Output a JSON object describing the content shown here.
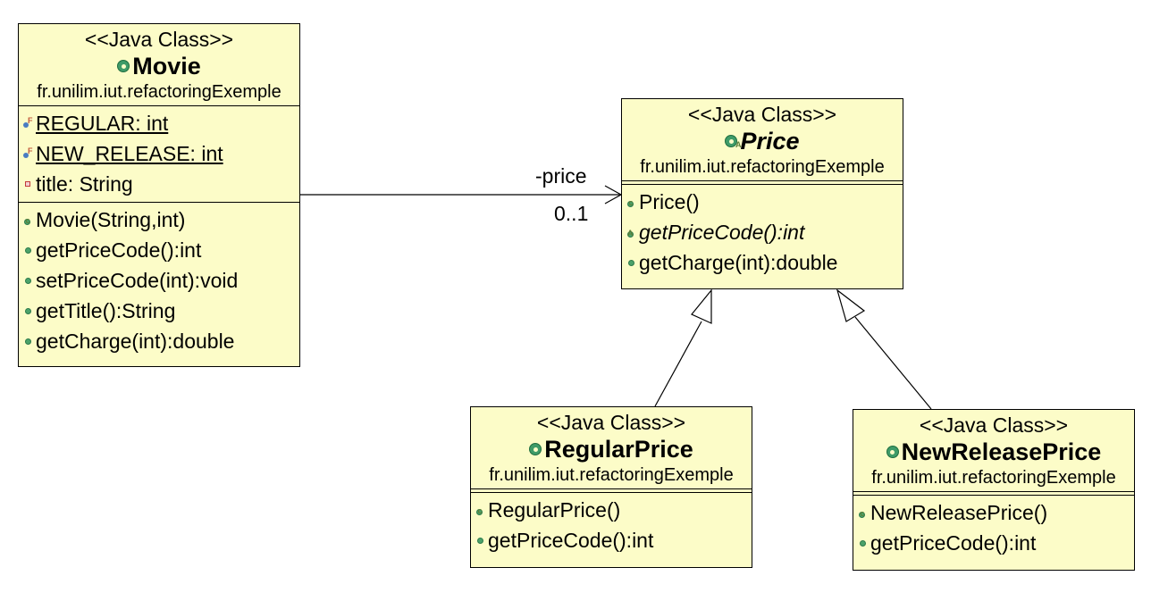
{
  "associations": {
    "price_role": "-price",
    "price_multiplicity": "0..1"
  },
  "classes": {
    "movie": {
      "stereotype": "<<Java Class>>",
      "name": "Movie",
      "package": "fr.unilim.iut.refactoringExemple",
      "attributes": [
        {
          "text": "REGULAR: int",
          "icon": "static-field-icon"
        },
        {
          "text": "NEW_RELEASE: int",
          "icon": "static-field-icon"
        },
        {
          "text": "title: String",
          "icon": "private-field-icon"
        }
      ],
      "operations": [
        {
          "text": "Movie(String,int)",
          "icon": "constructor-icon"
        },
        {
          "text": "getPriceCode():int",
          "icon": "public-method-icon"
        },
        {
          "text": "setPriceCode(int):void",
          "icon": "public-method-icon"
        },
        {
          "text": "getTitle():String",
          "icon": "public-method-icon"
        },
        {
          "text": "getCharge(int):double",
          "icon": "public-method-icon"
        }
      ]
    },
    "price": {
      "stereotype": "<<Java Class>>",
      "name": "Price",
      "package": "fr.unilim.iut.refactoringExemple",
      "operations": [
        {
          "text": "Price()",
          "icon": "constructor-icon"
        },
        {
          "text": "getPriceCode():int",
          "icon": "abstract-method-icon"
        },
        {
          "text": "getCharge(int):double",
          "icon": "public-method-icon"
        }
      ]
    },
    "regular_price": {
      "stereotype": "<<Java Class>>",
      "name": "RegularPrice",
      "package": "fr.unilim.iut.refactoringExemple",
      "operations": [
        {
          "text": "RegularPrice()",
          "icon": "constructor-icon"
        },
        {
          "text": "getPriceCode():int",
          "icon": "public-method-icon"
        }
      ]
    },
    "new_release_price": {
      "stereotype": "<<Java Class>>",
      "name": "NewReleasePrice",
      "package": "fr.unilim.iut.refactoringExemple",
      "operations": [
        {
          "text": "NewReleasePrice()",
          "icon": "constructor-icon"
        },
        {
          "text": "getPriceCode():int",
          "icon": "public-method-icon"
        }
      ]
    }
  },
  "colors": {
    "class_fill": "#fcfcc8",
    "line": "#000000",
    "method_icon": "#4ba26a",
    "private_field_icon": "#c23a3a"
  }
}
